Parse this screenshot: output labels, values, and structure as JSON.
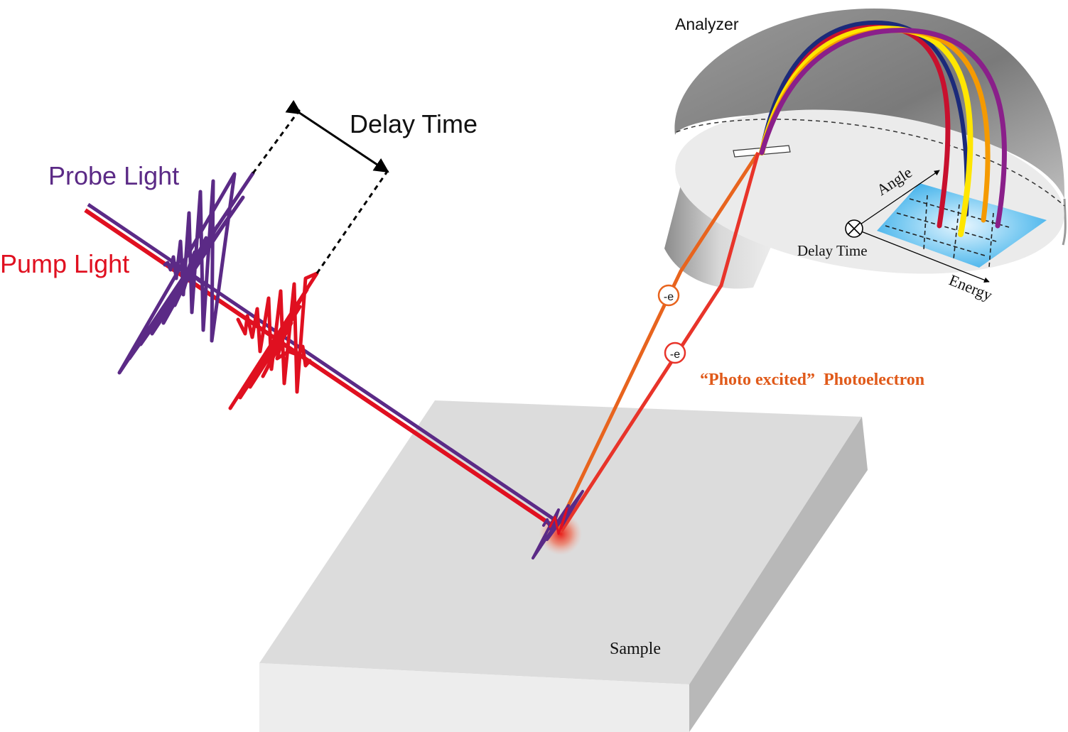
{
  "labels": {
    "analyzer": "Analyzer",
    "delay_time_top": "Delay Time",
    "probe_light": "Probe Light",
    "pump_light": "Pump Light",
    "angle": "Angle",
    "delay_time_axis": "Delay Time",
    "energy": "Energy",
    "photoelectron": "“Photo excited”  Photoelectron",
    "electron_1": "-e",
    "electron_2": "-e",
    "sample": "Sample"
  },
  "colors": {
    "probe": "#5b2a86",
    "pump": "#e01020",
    "photoelectron_text": "#e05a1a",
    "electron_orange": "#e8641e",
    "electron_red": "#e8342a",
    "detector": "#1ea0e6",
    "trajectory_red": "#c8102e",
    "trajectory_navy": "#1b2a7a",
    "trajectory_yellow": "#ffe600",
    "trajectory_orange": "#f59a00",
    "trajectory_purple": "#8a1f8a"
  }
}
